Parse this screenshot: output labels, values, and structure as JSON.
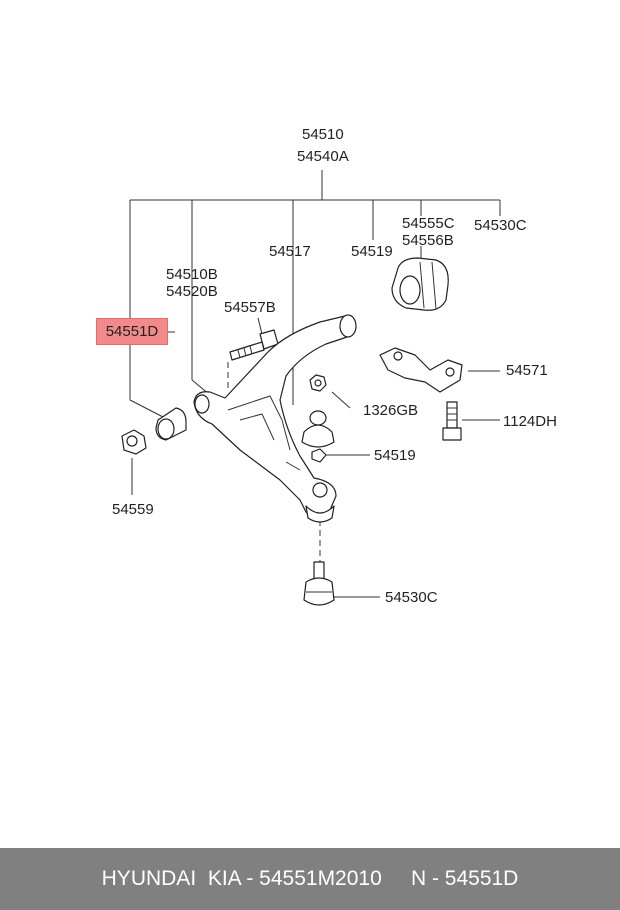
{
  "labels": {
    "assy_1": "54510",
    "assy_2": "54540A",
    "arm_1": "54510B",
    "arm_2": "54520B",
    "p54517": "54517",
    "p54519_top": "54519",
    "p54555c": "54555C",
    "p54556b": "54556B",
    "p54530c_top": "54530C",
    "p54557b": "54557B",
    "highlight": "54551D",
    "p54571": "54571",
    "p1326gb": "1326GB",
    "p1124dh": "1124DH",
    "p54519_mid": "54519",
    "p54559": "54559",
    "p54530c_bottom": "54530C"
  },
  "highlight_color": "#f2898b",
  "footer": {
    "text": "HYUNDAI  KIA - 54551M2010     N - 54551D",
    "background": "#808080"
  }
}
